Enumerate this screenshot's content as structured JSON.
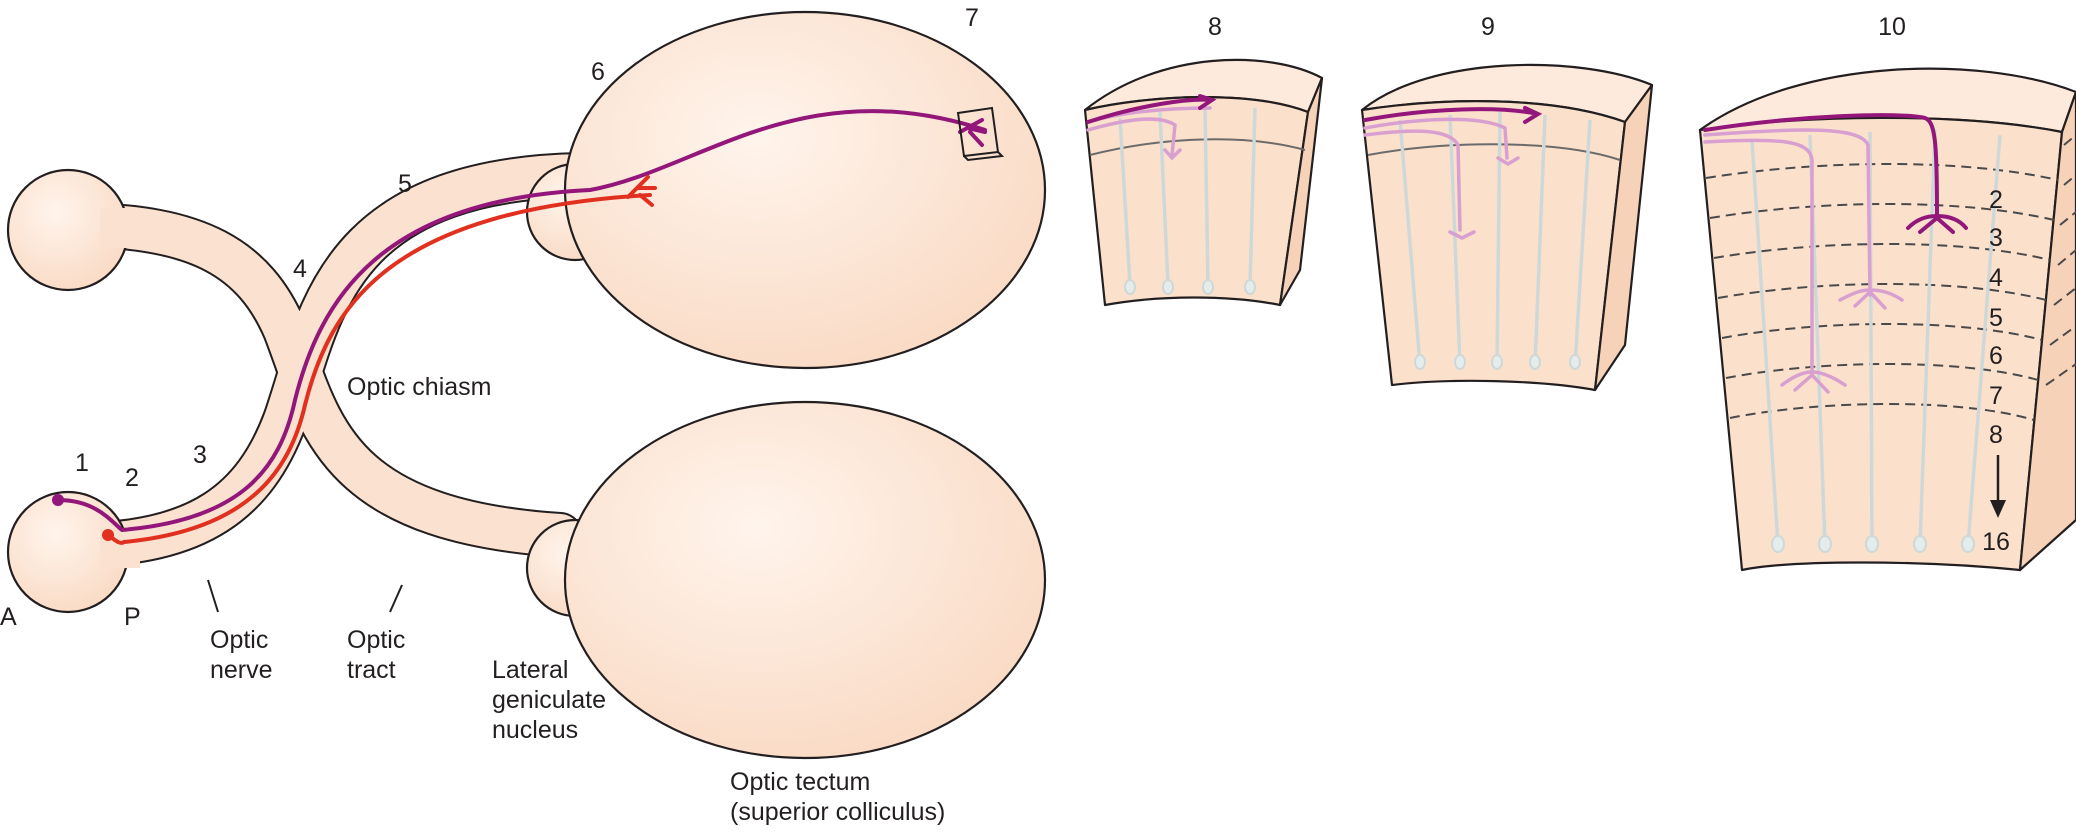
{
  "stages": [
    "1",
    "2",
    "3",
    "4",
    "5",
    "6",
    "7",
    "8",
    "9",
    "10"
  ],
  "labels": {
    "optic_chiasm": "Optic chiasm",
    "optic_nerve": [
      "Optic",
      "nerve"
    ],
    "optic_tract": [
      "Optic",
      "tract"
    ],
    "lgn": [
      "Lateral",
      "geniculate",
      "nucleus"
    ],
    "tectum": [
      "Optic tectum",
      "(superior colliculus)"
    ],
    "anterior": "A",
    "posterior": "P"
  },
  "layers": [
    "2",
    "3",
    "4",
    "5",
    "6",
    "7",
    "8",
    "16"
  ],
  "colors": {
    "tissue": "#fbe0cc",
    "axon_purple": "#93177a",
    "axon_red": "#e1301f",
    "ghost_axon": "#d8a0d0",
    "radial_glia": "#cfd8d8"
  }
}
